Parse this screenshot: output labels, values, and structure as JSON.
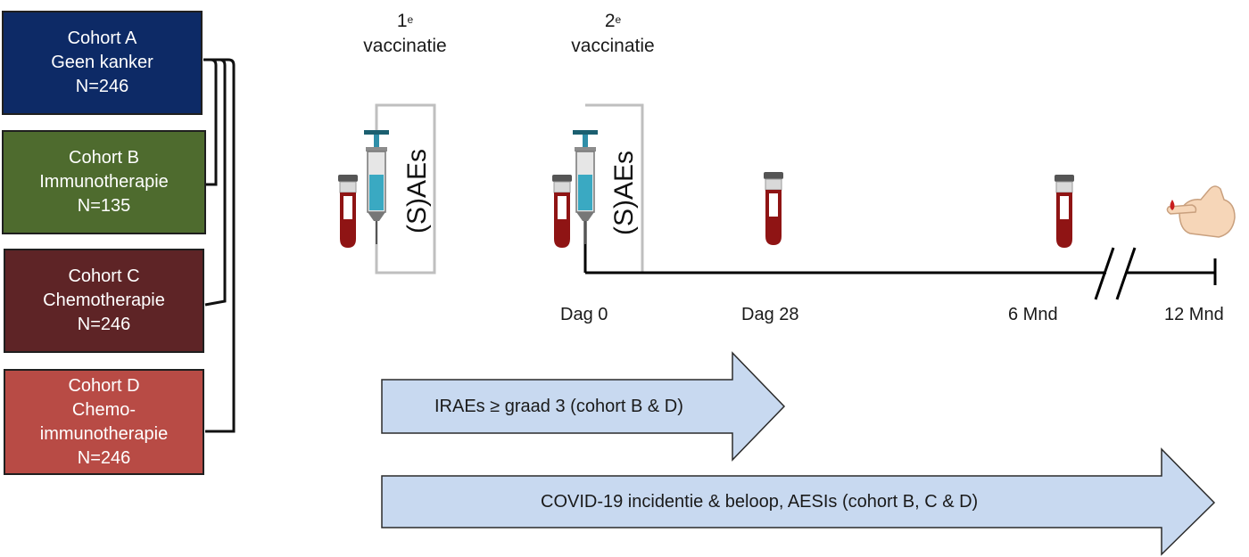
{
  "cohorts": [
    {
      "name": "Cohort A",
      "lines": [
        "Geen kanker",
        "N=246"
      ],
      "color": "#0d2a66"
    },
    {
      "name": "Cohort B",
      "lines": [
        "Immunotherapie",
        "N=135"
      ],
      "color": "#4e6b2e"
    },
    {
      "name": "Cohort C",
      "lines": [
        "Chemotherapie",
        "N=246"
      ],
      "color": "#5e2426"
    },
    {
      "name": "Cohort D",
      "lines": [
        "Chemo-",
        "immunotherapie",
        "N=246"
      ],
      "color": "#b84b45"
    }
  ],
  "vaccinations": [
    {
      "number": "1",
      "sup": "e",
      "label": "vaccinatie"
    },
    {
      "number": "2",
      "sup": "e",
      "label": "vaccinatie"
    }
  ],
  "saes_label": "(S)AEs",
  "timeline": {
    "ticks": [
      "Dag 0",
      "Dag 28",
      "6 Mnd",
      "12 Mnd"
    ]
  },
  "arrows": [
    {
      "label": "IRAEs ≥ graad 3 (cohort B & D)",
      "fill": "#c8d9f0"
    },
    {
      "label": "COVID-19 incidentie & beloop, AESIs (cohort B, C & D)",
      "fill": "#c8d9f0"
    }
  ],
  "icons": [
    "blood-tube-icon",
    "syringe-icon",
    "finger-prick-icon"
  ]
}
